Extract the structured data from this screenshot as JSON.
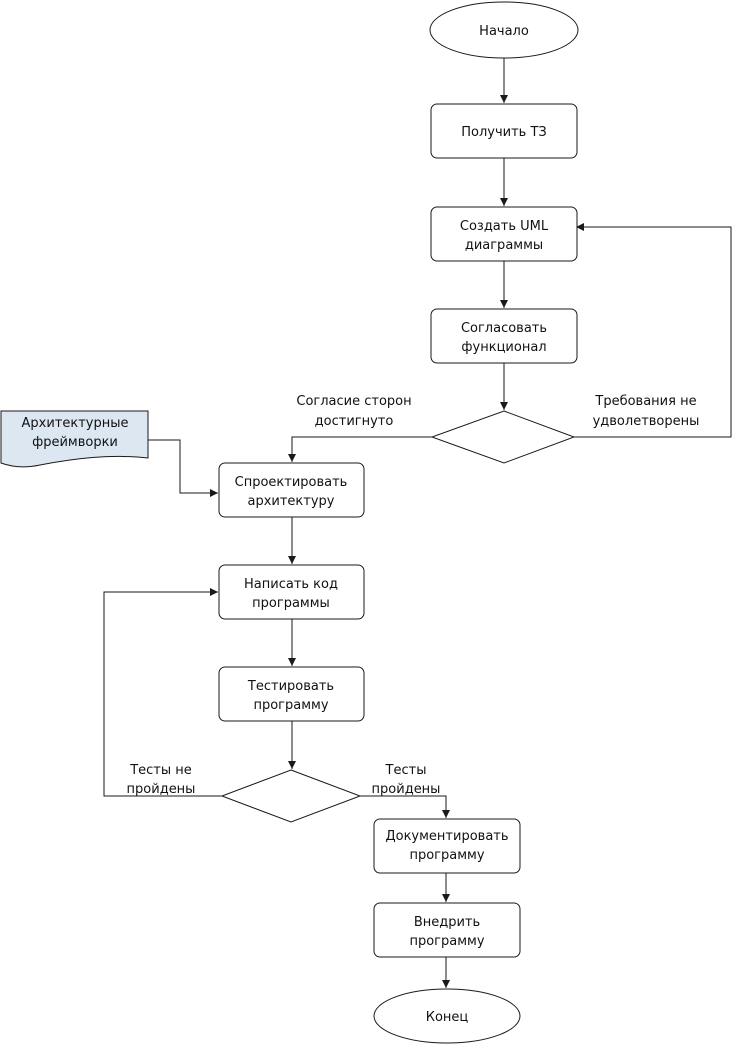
{
  "colors": {
    "stroke": "#1a1a1a",
    "fill": "#ffffff",
    "document_fill": "#dde7f2",
    "text": "#111111"
  },
  "nodes": {
    "start": {
      "shape": "ellipse",
      "label": "Начало"
    },
    "get_tz": {
      "shape": "rounded-rect",
      "label": "Получить ТЗ"
    },
    "create_uml": {
      "shape": "rounded-rect",
      "line1": "Создать UML",
      "line2": "диаграммы"
    },
    "agree_func": {
      "shape": "rounded-rect",
      "line1": "Согласовать",
      "line2": "функционал"
    },
    "decision_agreement": {
      "shape": "diamond",
      "label": ""
    },
    "arch_frameworks": {
      "shape": "document",
      "line1": "Архитектурные",
      "line2": "фреймворки"
    },
    "design_arch": {
      "shape": "rounded-rect",
      "line1": "Спроектировать",
      "line2": "архитектуру"
    },
    "write_code": {
      "shape": "rounded-rect",
      "line1": "Написать код",
      "line2": "программы"
    },
    "test_program": {
      "shape": "rounded-rect",
      "line1": "Тестировать",
      "line2": "программу"
    },
    "decision_tests": {
      "shape": "diamond",
      "label": ""
    },
    "document_program": {
      "shape": "rounded-rect",
      "line1": "Документировать",
      "line2": "программу"
    },
    "deploy_program": {
      "shape": "rounded-rect",
      "line1": "Внедрить",
      "line2": "программу"
    },
    "end": {
      "shape": "ellipse",
      "label": "Конец"
    }
  },
  "edge_labels": {
    "agreement_reached": {
      "line1": "Согласие сторон",
      "line2": "достигнуто"
    },
    "requirements_not_met": {
      "line1": "Требования не",
      "line2": "удволетворены"
    },
    "tests_failed": {
      "line1": "Тесты не",
      "line2": "пройдены"
    },
    "tests_passed": {
      "line1": "Тесты",
      "line2": "пройдены"
    }
  }
}
